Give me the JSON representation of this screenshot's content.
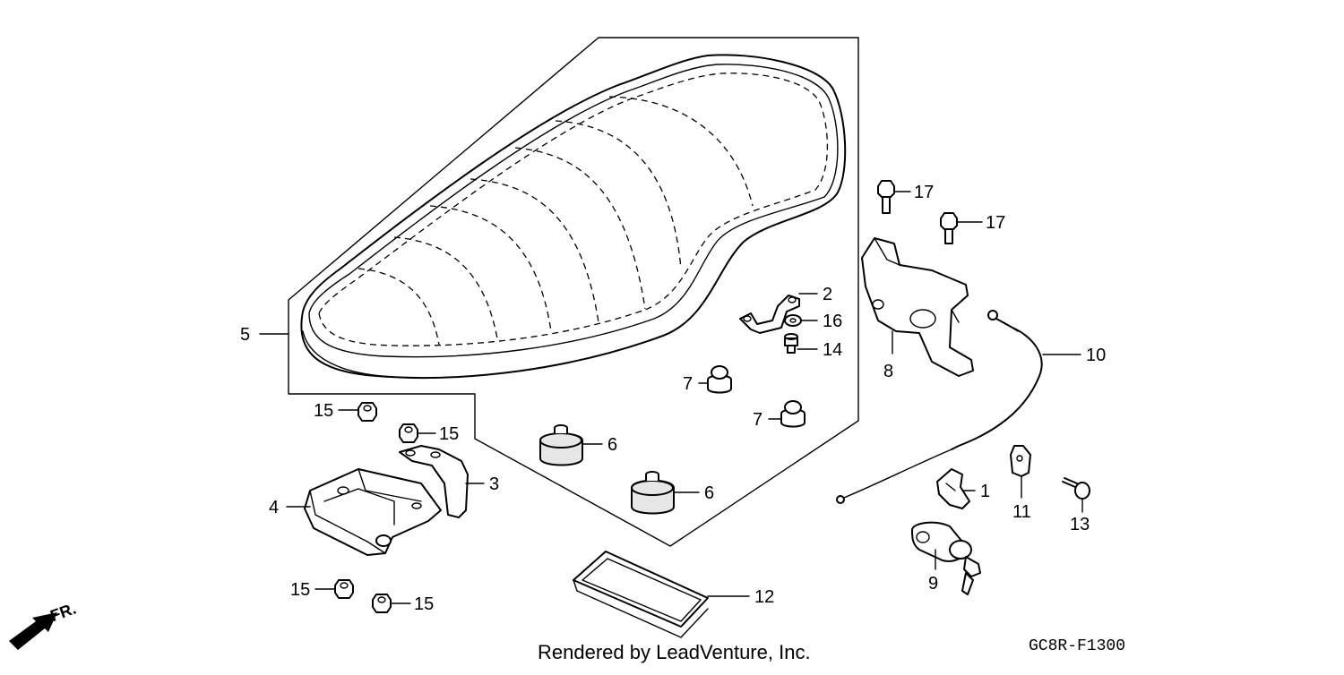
{
  "callouts": {
    "c1": "1",
    "c2": "2",
    "c3": "3",
    "c4": "4",
    "c5": "5",
    "c6a": "6",
    "c6b": "6",
    "c7a": "7",
    "c7b": "7",
    "c8": "8",
    "c9": "9",
    "c10": "10",
    "c11": "11",
    "c12": "12",
    "c13": "13",
    "c14": "14",
    "c15a": "15",
    "c15b": "15",
    "c15c": "15",
    "c15d": "15",
    "c16": "16",
    "c17a": "17",
    "c17b": "17"
  },
  "direction_label": "FR.",
  "credit": "Rendered by LeadVenture, Inc.",
  "diagram_code": "GC8R-F1300"
}
